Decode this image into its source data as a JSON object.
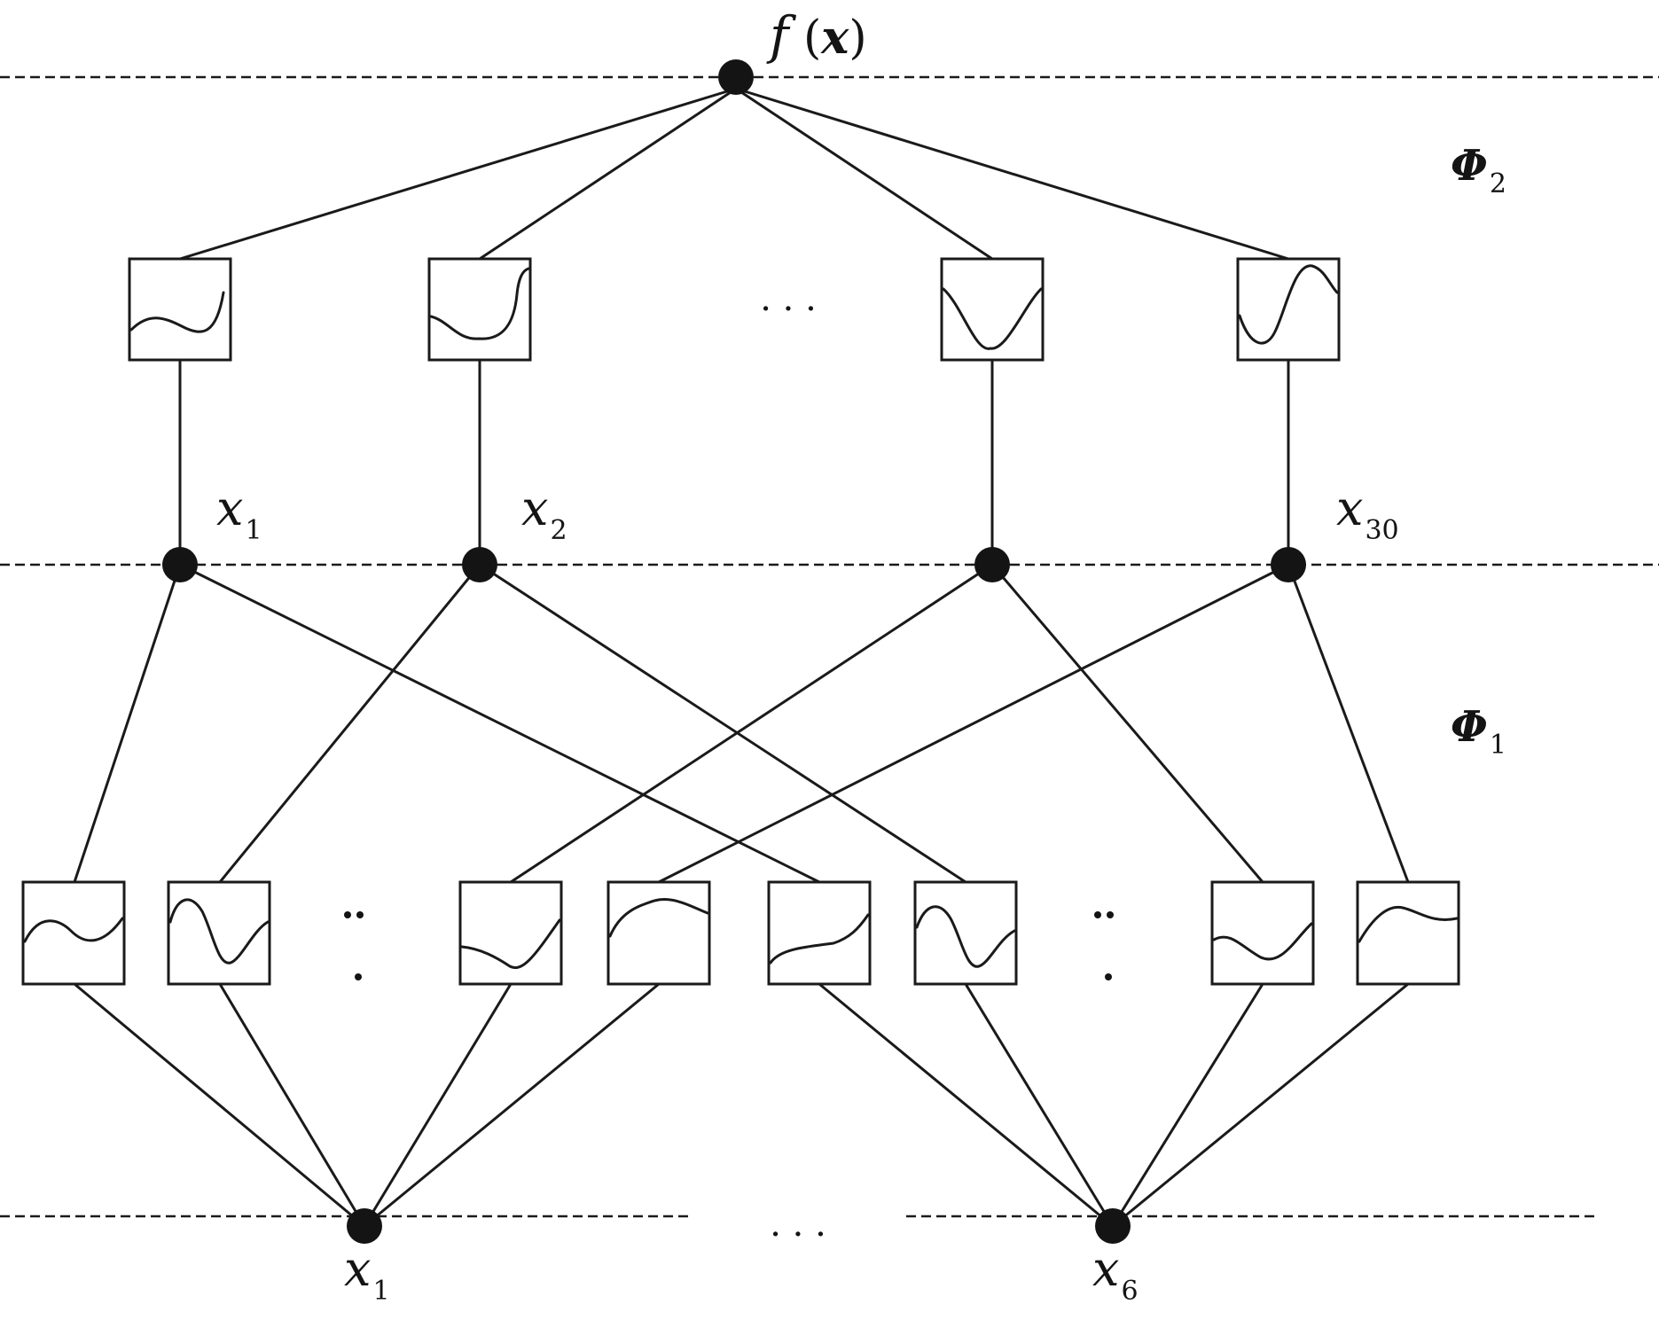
{
  "output_label": {
    "main": "f",
    "open": " (",
    "arg": "x",
    "close": ")"
  },
  "layers": [
    {
      "symbol": "Φ",
      "subscript": "2"
    },
    {
      "symbol": "Φ",
      "subscript": "1"
    }
  ],
  "hidden_labels": [
    {
      "var": "x",
      "sub": "1"
    },
    {
      "var": "x",
      "sub": "2"
    },
    {
      "var": "x",
      "sub": "30"
    }
  ],
  "input_labels": [
    {
      "var": "x",
      "sub": "1"
    },
    {
      "var": "x",
      "sub": "6"
    }
  ],
  "ellipsis": {
    "horizontal": "· · ·",
    "vertical": "·· ·"
  },
  "icons": [
    "activation-function-box-icon",
    "node-dot-icon"
  ]
}
